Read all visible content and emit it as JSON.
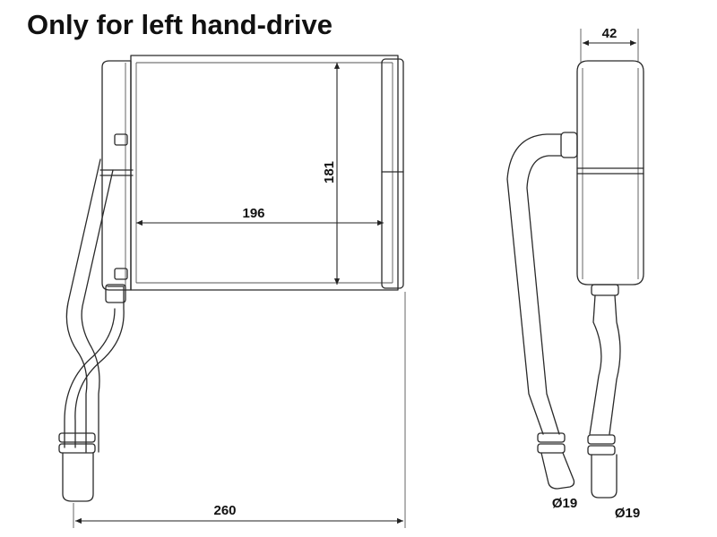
{
  "title": "Only for left hand-drive",
  "dimensions": {
    "height": "181",
    "core_width": "196",
    "overall_width": "260",
    "depth": "42",
    "pipe_diameter_inlet": "Ø19",
    "pipe_diameter_outlet": "Ø19"
  }
}
